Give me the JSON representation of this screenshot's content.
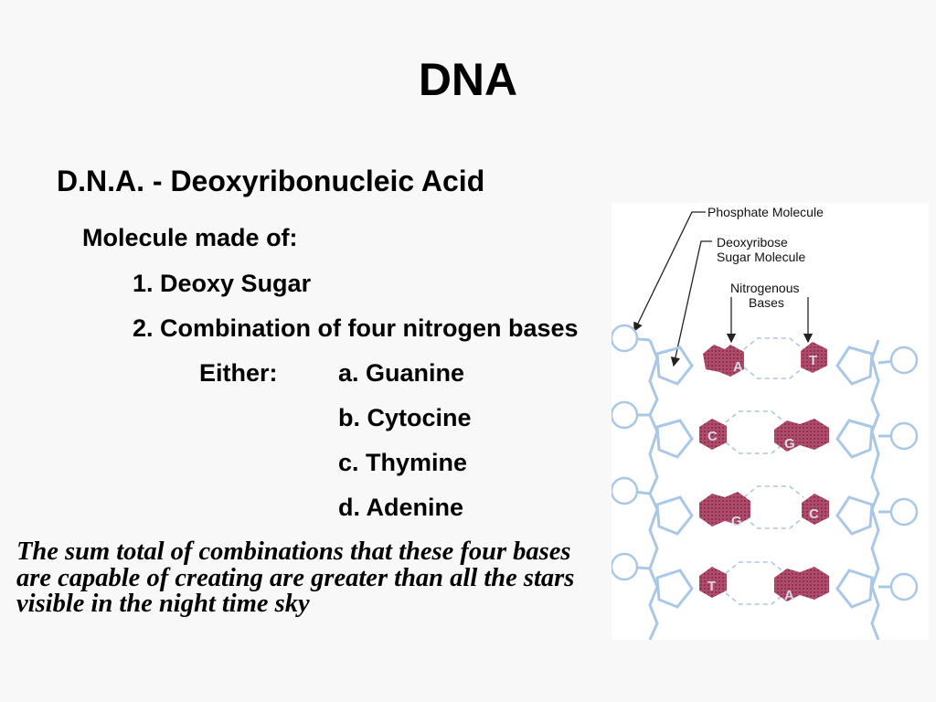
{
  "slide": {
    "title": "DNA",
    "subtitle": "D.N.A. - Deoxyribonucleic Acid",
    "intro": "Molecule made of:",
    "items": [
      "1.  Deoxy Sugar",
      "2.  Combination of four nitrogen bases"
    ],
    "either_label": "Either:",
    "bases": [
      "a. Guanine",
      "b. Cytocine",
      "c. Thymine",
      "d. Adenine"
    ],
    "quote": "The sum total of combinations that these four bases are capable of creating are greater than all the stars visible in the night time sky"
  },
  "diagram": {
    "labels": {
      "phosphate": "Phosphate Molecule",
      "sugar_line1": "Deoxyribose",
      "sugar_line2": "Sugar Molecule",
      "bases_line1": "Nitrogenous",
      "bases_line2": "Bases"
    },
    "pairs": [
      [
        "A",
        "T"
      ],
      [
        "C",
        "G"
      ],
      [
        "G",
        "C"
      ],
      [
        "T",
        "A"
      ]
    ],
    "colors": {
      "backbone": "#a9c7e6",
      "base_fill": "#b04a6a",
      "arrow": "#222222"
    }
  }
}
